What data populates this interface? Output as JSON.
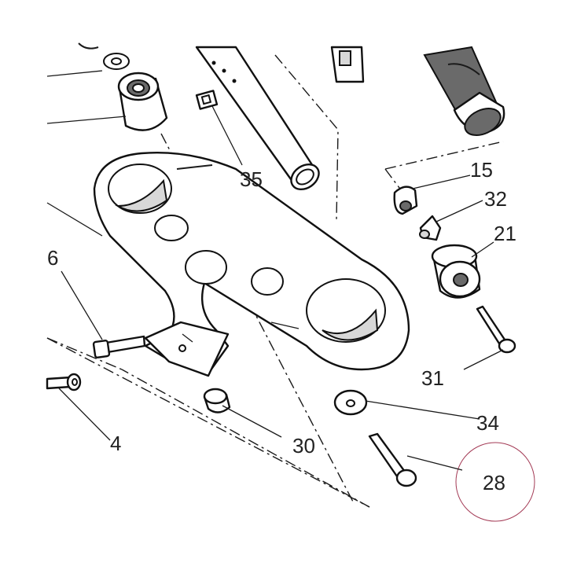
{
  "diagram": {
    "callouts": [
      {
        "id": "p4",
        "label": "4"
      },
      {
        "id": "p6",
        "label": "6"
      },
      {
        "id": "p15",
        "label": "15"
      },
      {
        "id": "p21",
        "label": "21"
      },
      {
        "id": "p28",
        "label": "28"
      },
      {
        "id": "p30",
        "label": "30"
      },
      {
        "id": "p31",
        "label": "31"
      },
      {
        "id": "p32",
        "label": "32"
      },
      {
        "id": "p34",
        "label": "34"
      },
      {
        "id": "p35",
        "label": "35"
      }
    ]
  }
}
